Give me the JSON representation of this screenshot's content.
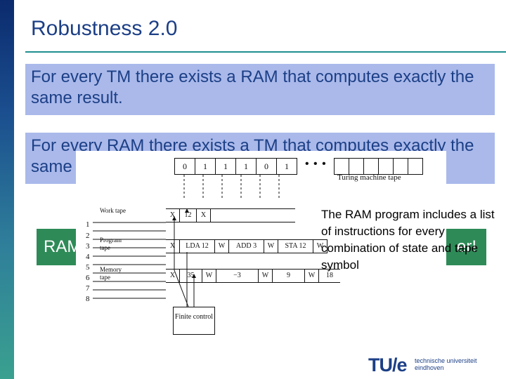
{
  "slide": {
    "title": "Robustness 2.0",
    "statement_1": "For every TM there exists a RAM that computes exactly the same result.",
    "statement_2": "For every RAM there exists a TM that computes exactly the same result.",
    "green_box_left": "RAM",
    "green_box_right": "er!",
    "callout": "The RAM program includes a list of instructions for every combination of state and tape symbol",
    "logo": "TU/e",
    "logo_subtitle": "technische universiteit eindhoven"
  },
  "diagram": {
    "tm_tape_cells": [
      "0",
      "1",
      "1",
      "1",
      "0",
      "1"
    ],
    "tm_tape_label": "Turing machine tape",
    "row_numbers": [
      "1",
      "2",
      "3",
      "4",
      "5",
      "6",
      "7",
      "8"
    ],
    "work_tape": {
      "name": "Work tape",
      "cells": [
        "X",
        "12",
        "X"
      ]
    },
    "program_tape": {
      "name": "Program tape",
      "cells": [
        "X",
        "LDA 12",
        "W",
        "ADD 3",
        "W",
        "STA 12",
        "W"
      ]
    },
    "memory_tape": {
      "name": "Memory tape",
      "cells": [
        "X",
        "35",
        "W",
        "−3",
        "W",
        "9",
        "W",
        "18"
      ]
    },
    "finite_control": "Finite control"
  },
  "colors": {
    "title": "#1c3f86",
    "statement_bg": "#aab9ea",
    "green_box_bg": "#2e8b57",
    "rule": "#1f8f8f"
  }
}
